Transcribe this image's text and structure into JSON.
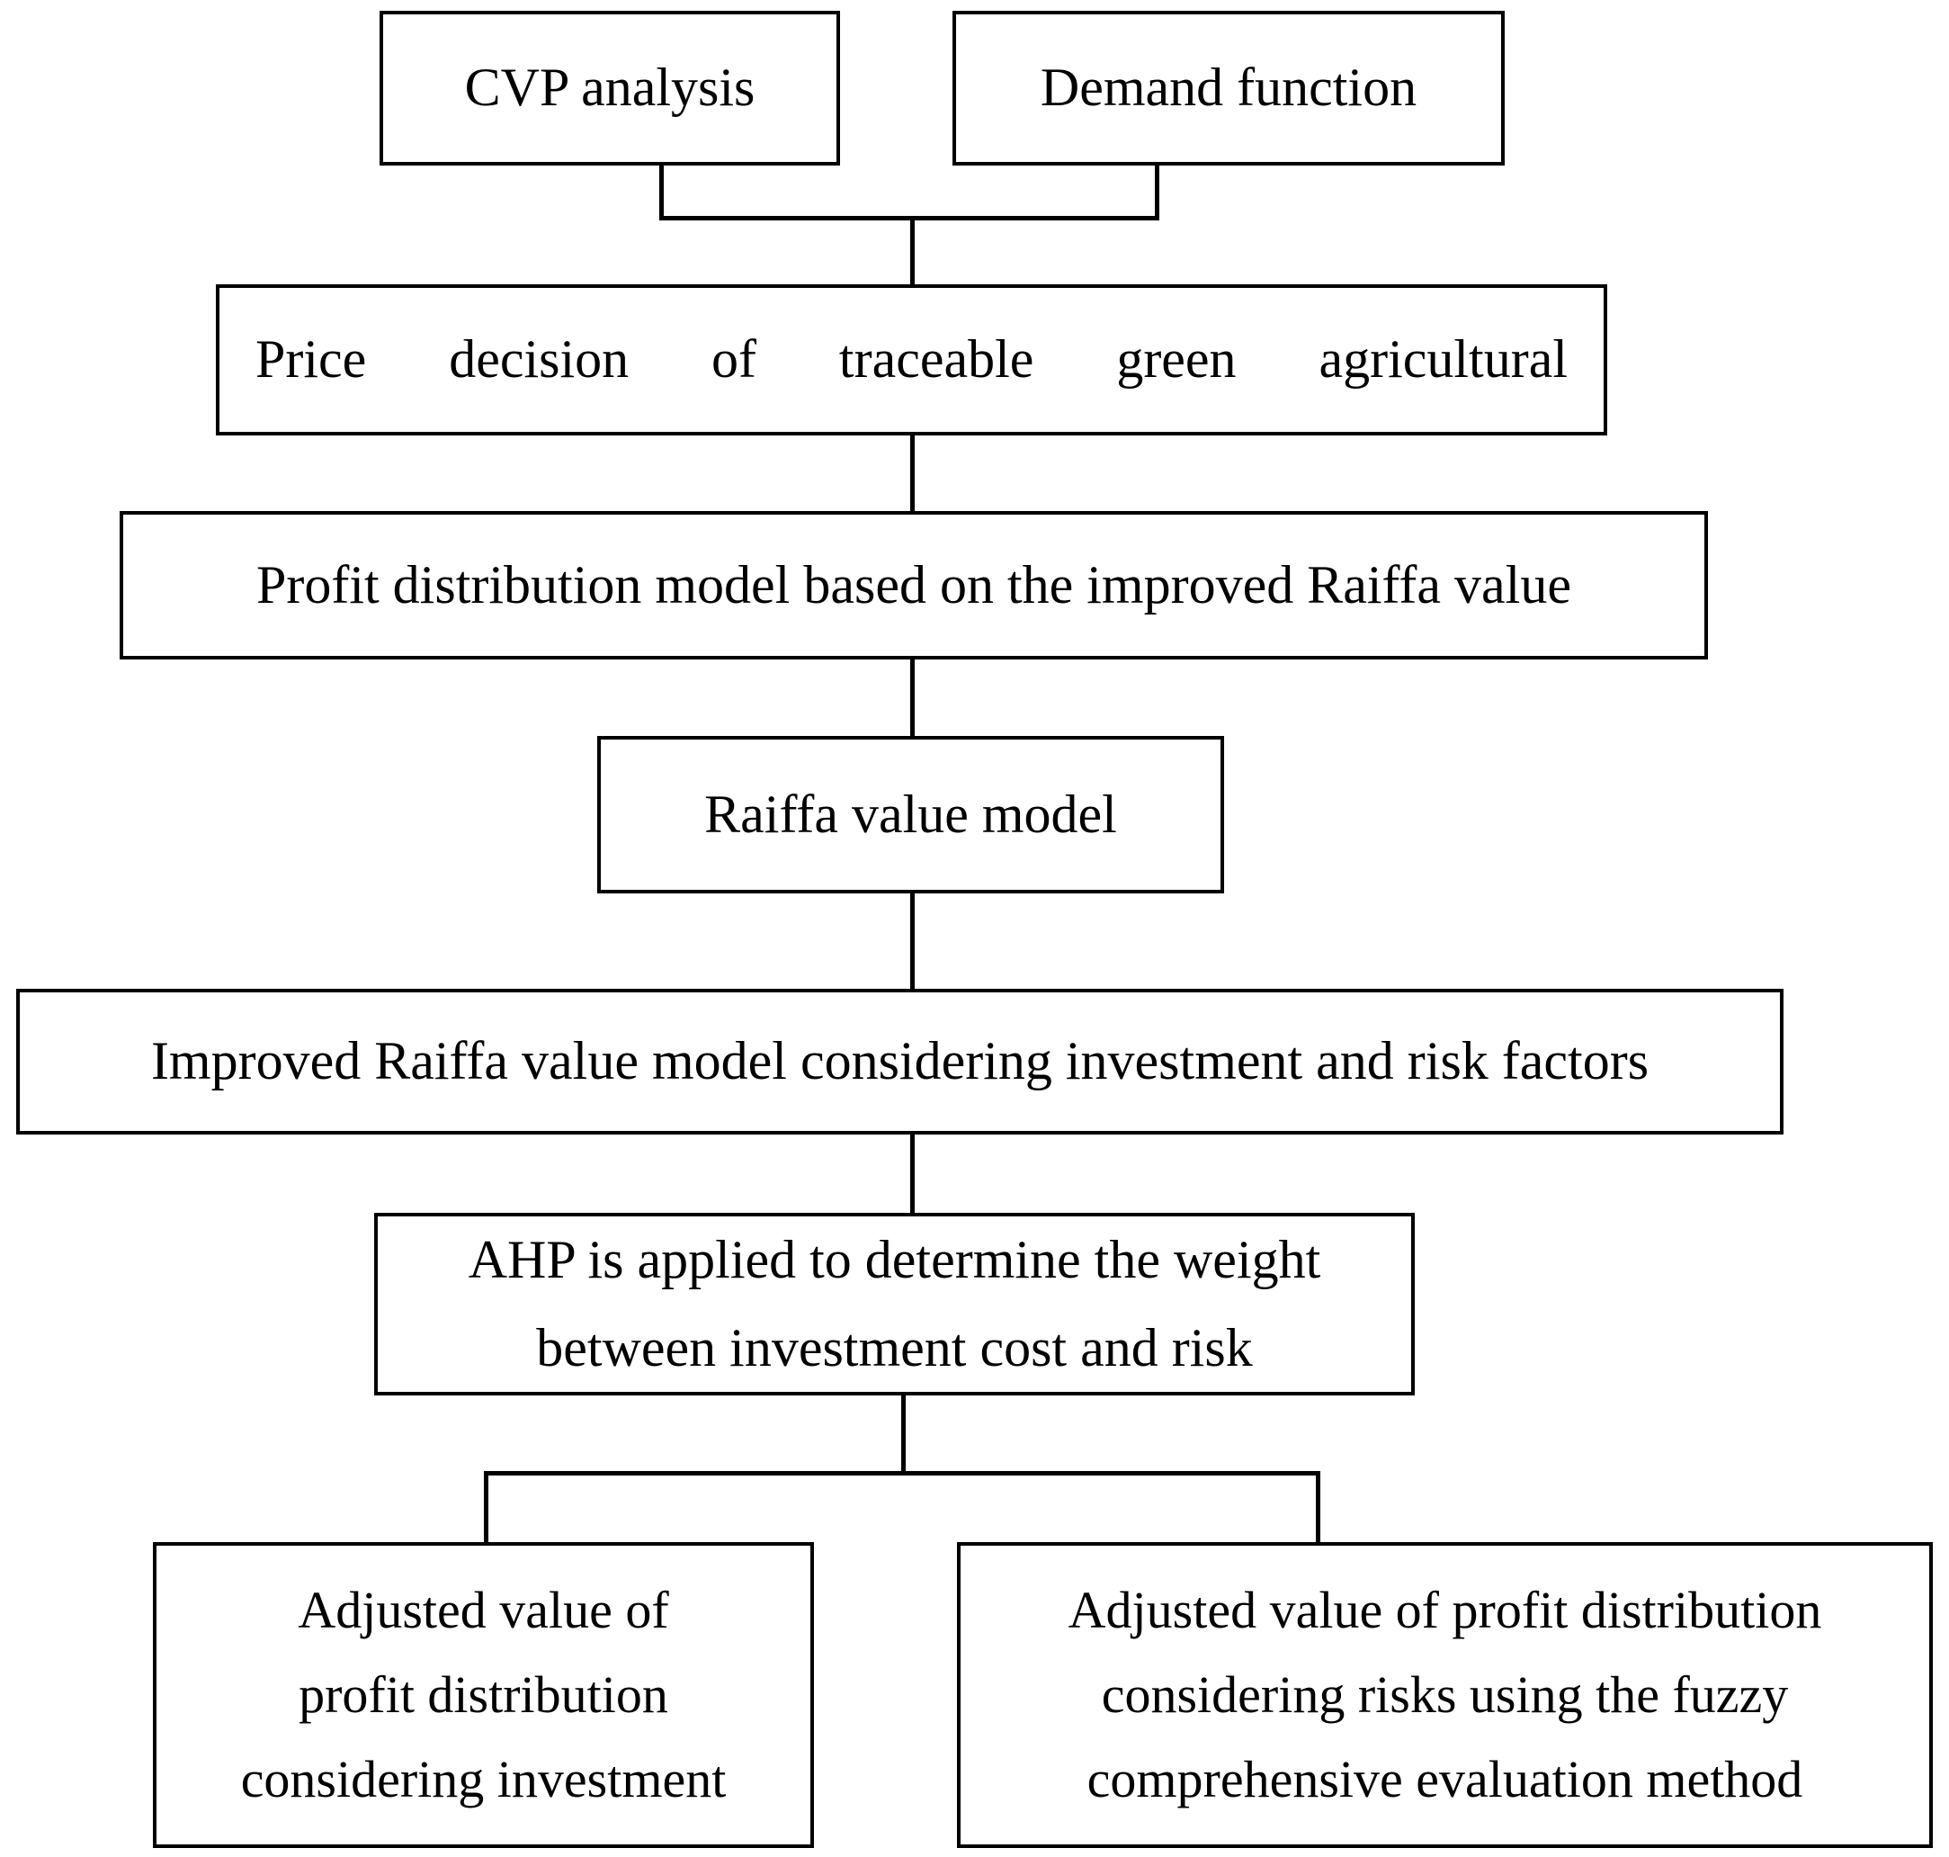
{
  "diagram": {
    "title": "Research framework flowchart",
    "type": "flowchart",
    "line_color": "#000000",
    "box_border_color": "#000000",
    "background_color": "#ffffff",
    "text_color": "#000000",
    "nodes": [
      {
        "id": "cvp",
        "label": "CVP analysis"
      },
      {
        "id": "demand",
        "label": "Demand function"
      },
      {
        "id": "price",
        "label": "Price decision of traceable green agricultural"
      },
      {
        "id": "profit",
        "label": "Profit distribution model based on the improved Raiffa value"
      },
      {
        "id": "raiffa",
        "label": "Raiffa value model"
      },
      {
        "id": "improved",
        "label": "Improved Raiffa value model considering investment and risk factors"
      },
      {
        "id": "ahp_l1",
        "label": "AHP is applied to determine the weight"
      },
      {
        "id": "ahp_l2",
        "label": "between investment cost and risk"
      },
      {
        "id": "adj_inv_l1",
        "label": "Adjusted value of"
      },
      {
        "id": "adj_inv_l2",
        "label": "profit distribution"
      },
      {
        "id": "adj_inv_l3",
        "label": "considering investment"
      },
      {
        "id": "adj_risk_l1",
        "label": "Adjusted value of profit distribution"
      },
      {
        "id": "adj_risk_l2",
        "label": "considering risks using the fuzzy"
      },
      {
        "id": "adj_risk_l3",
        "label": "comprehensive evaluation method"
      }
    ],
    "edges": [
      {
        "from": "cvp",
        "to": "price"
      },
      {
        "from": "demand",
        "to": "price"
      },
      {
        "from": "price",
        "to": "profit"
      },
      {
        "from": "profit",
        "to": "raiffa"
      },
      {
        "from": "raiffa",
        "to": "improved"
      },
      {
        "from": "improved",
        "to": "ahp"
      },
      {
        "from": "ahp",
        "to": "adjusted-investment"
      },
      {
        "from": "ahp",
        "to": "adjusted-risk"
      }
    ]
  }
}
